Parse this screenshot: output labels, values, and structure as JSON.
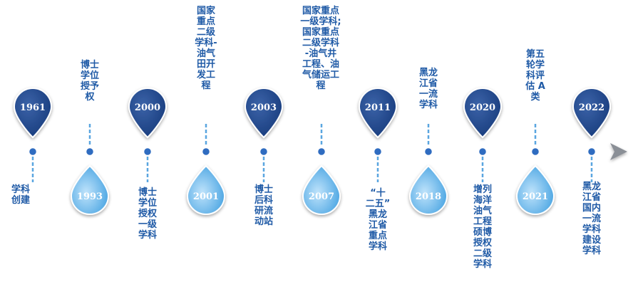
{
  "colors": {
    "dark_marker": "#16397a",
    "dark_marker_light": "#3b63a8",
    "light_marker": "#3f9fe0",
    "light_marker_light": "#bfe3fb",
    "axis": "#8a8f96",
    "connector": "#5aa6e0",
    "dot": "#2f6cc0",
    "text": "#1f5aa6"
  },
  "events": [
    {
      "year": "1961",
      "text": "学科\n创建",
      "side": "top-marker"
    },
    {
      "year": "1993",
      "text": "博士\n学位\n授予\n权",
      "side": "bottom-marker"
    },
    {
      "year": "2000",
      "text": "博士\n学位\n授权\n一级\n学科",
      "side": "top-marker"
    },
    {
      "year": "2001",
      "text": "国家\n重点\n二级\n学科-\n油气\n田开\n发工\n程",
      "side": "bottom-marker"
    },
    {
      "year": "2003",
      "text": "博士\n后科\n研流\n动站",
      "side": "top-marker"
    },
    {
      "year": "2007",
      "text": "国家重点\n一级学科;\n国家重点\n二级学科\n-油气井\n工程、油\n气储运工\n程",
      "side": "bottom-marker"
    },
    {
      "year": "2011",
      "text": "“十\n二五”\n黑龙\n江省\n重点\n学科",
      "side": "top-marker"
    },
    {
      "year": "2018",
      "text": "黑龙\n江省\n一流\n学科",
      "side": "bottom-marker"
    },
    {
      "year": "2020",
      "text": "增列\n海洋\n油气\n工程\n硕博\n授权\n二级\n学科",
      "side": "top-marker"
    },
    {
      "year": "2021",
      "text": "第五\n轮学\n科评\n估 A\n类",
      "side": "bottom-marker"
    },
    {
      "year": "2022",
      "text": "黑龙\n江省\n国内\n一流\n学科\n建设\n学科",
      "side": "top-marker"
    }
  ]
}
